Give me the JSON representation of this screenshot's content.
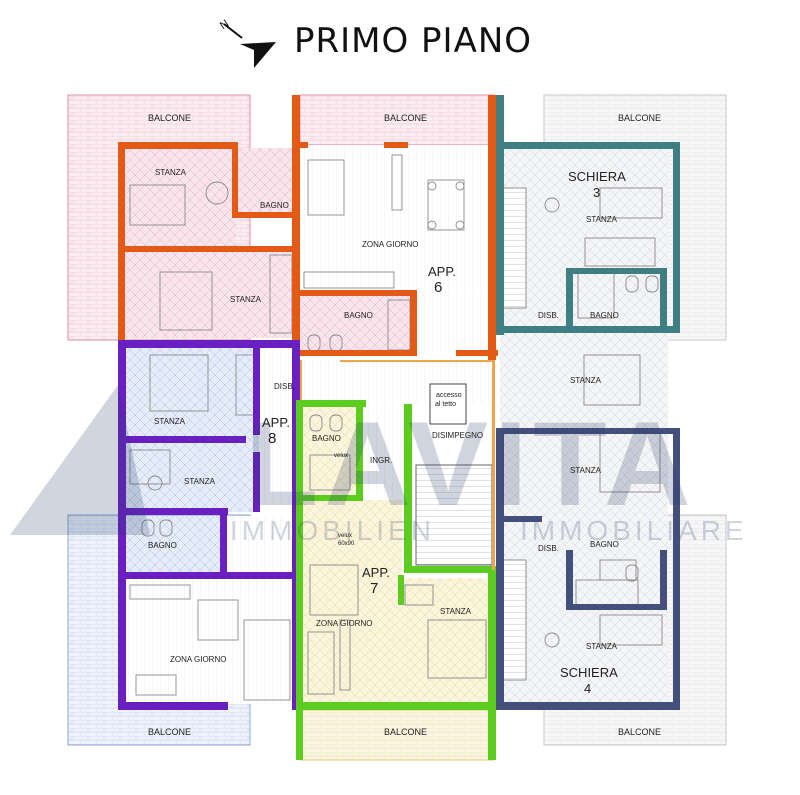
{
  "title": "PRIMO PIANO",
  "compass": {
    "letter": "N"
  },
  "watermark": {
    "brand": "LAVITA",
    "left": "IMMOBILIEN",
    "right": "IMMOBILIARE"
  },
  "colors": {
    "app6": "#e35a17",
    "app6_fill": "#f7dbe3",
    "app8": "#6a1fc1",
    "app8_fill": "#dde6f7",
    "app7": "#5ccd1f",
    "app7_fill": "#faf3d9",
    "schiera3": "#3f7f83",
    "schiera4": "#44507c",
    "schiera_fill": "#eceff2",
    "common": "#f0a54a"
  },
  "labels": {
    "balcone": "BALCONE",
    "stanza": "STANZA",
    "bagno": "BAGNO",
    "zona_giorno": "ZONA GIORNO",
    "disb": "DISB.",
    "disimpegno": "DISIMPEGNO",
    "ingr": "INGR.",
    "accesso_1": "accesso",
    "accesso_2": "al tetto",
    "velux_1": "velux",
    "velux_2": "60x90"
  },
  "units": {
    "app6": {
      "line1": "APP.",
      "line2": "6"
    },
    "app8": {
      "line1": "APP.",
      "line2": "8"
    },
    "app7": {
      "line1": "APP.",
      "line2": "7"
    },
    "schiera3": {
      "line1": "SCHIERA",
      "line2": "3"
    },
    "schiera4": {
      "line1": "SCHIERA",
      "line2": "4"
    }
  }
}
